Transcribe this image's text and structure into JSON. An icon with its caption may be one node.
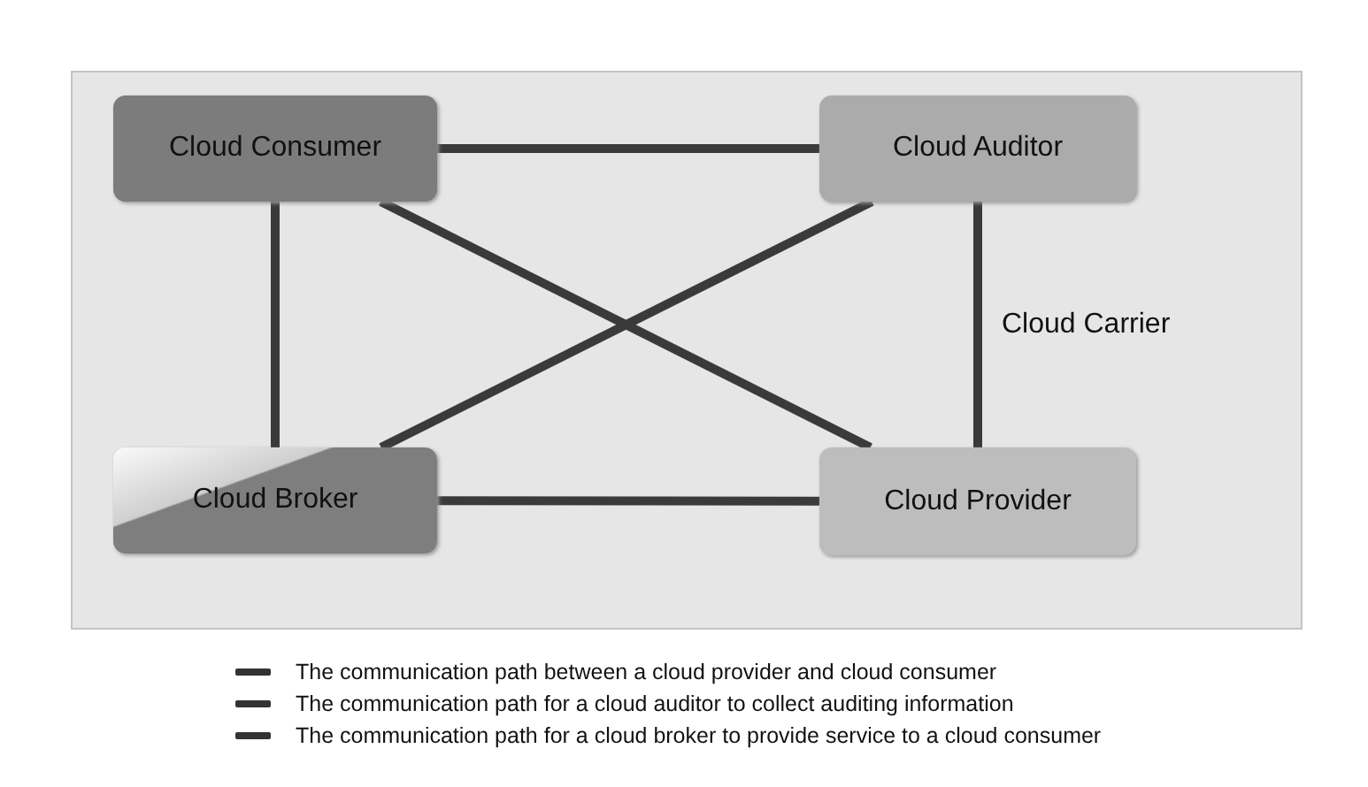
{
  "diagram": {
    "nodes": [
      {
        "text": [
          "Cloud Carrier"
        ]
      },
      {
        "text": [
          "Cloud Consumer"
        ],
        "in": 0
      },
      {
        "text": [
          "Cloud Auditor"
        ],
        "in": 0
      },
      {
        "text": [
          "Cloud Broker"
        ],
        "in": 0
      },
      {
        "text": [
          "Cloud Provider"
        ],
        "in": 0
      }
    ],
    "edges": [
      {
        "from": 1,
        "to": 2,
        "arrow": "none"
      },
      {
        "from": 1,
        "to": 3,
        "arrow": "none"
      },
      {
        "from": 1,
        "to": 4,
        "arrow": "none"
      },
      {
        "from": 2,
        "to": 3,
        "arrow": "none"
      },
      {
        "from": 2,
        "to": 4,
        "arrow": "none"
      },
      {
        "from": 3,
        "to": 4,
        "arrow": "none"
      }
    ],
    "legend": [
      {
        "text": "The communication path between a cloud provider and cloud consumer"
      },
      {
        "text": "The communication path for a cloud auditor to collect auditing information"
      },
      {
        "text": "The communication path for a cloud broker to provide service to a cloud consumer"
      }
    ]
  }
}
